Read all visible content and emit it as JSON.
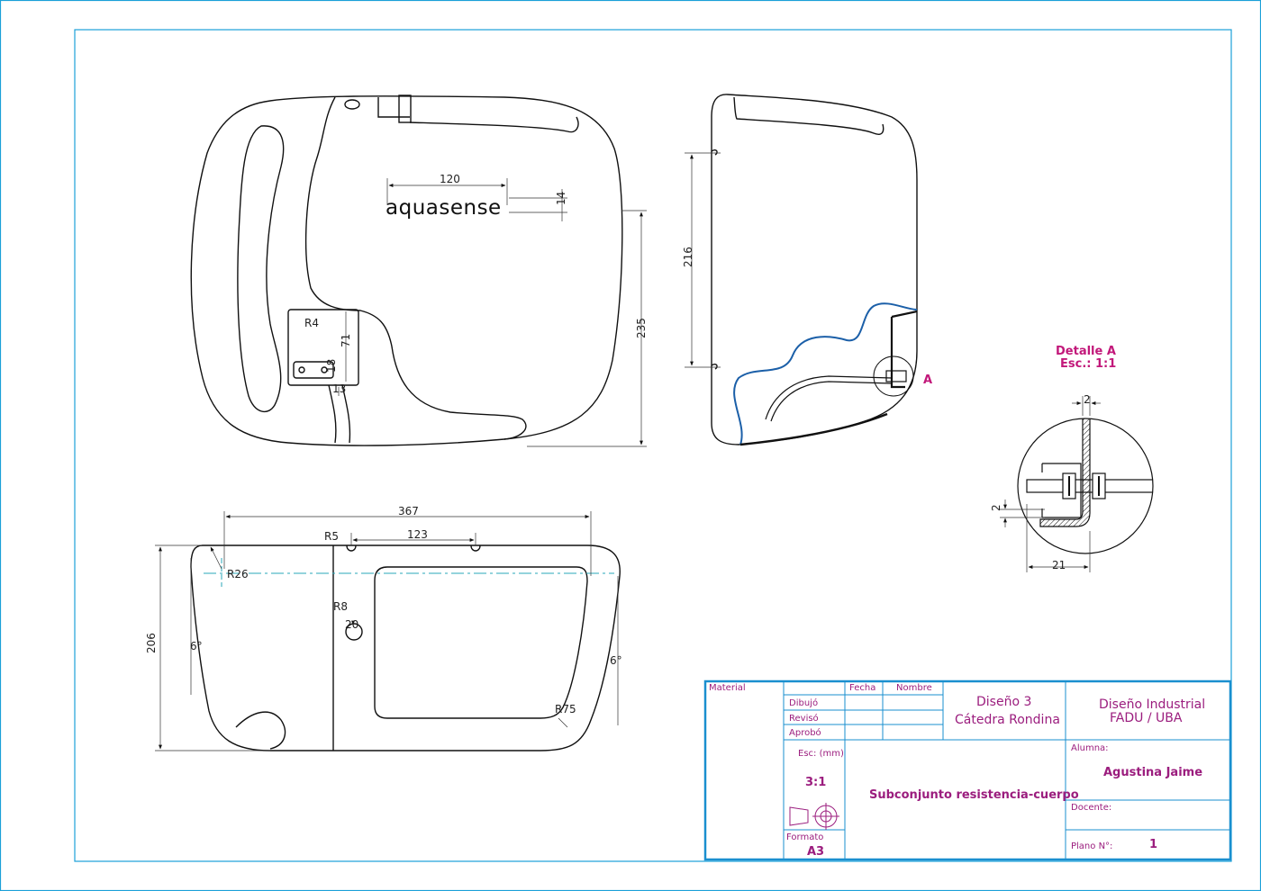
{
  "colors": {
    "frame": "#1ba0d8",
    "titleblock": "#1a8fcf",
    "titletext": "#9b1d7e",
    "line": "#111111",
    "cut_blue": "#1b5fa8",
    "centerline": "#2aa7b8",
    "detail_accent": "#c2187a"
  },
  "front_view": {
    "brand": "aquasense",
    "dim_width_120": "120",
    "dim_height_14": "14",
    "dim_235": "235",
    "dim_r4": "R4",
    "dim_71": "71",
    "dim_18": "18",
    "dim_13": "13"
  },
  "side_view": {
    "dim_216": "216",
    "detail_marker": "A"
  },
  "detail": {
    "title": "Detalle A",
    "scale": "Esc.: 1:1",
    "dim_top": "2",
    "dim_left": "2",
    "dim_bottom": "21"
  },
  "bottom_view": {
    "dim_367": "367",
    "dim_123": "123",
    "dim_r5": "R5",
    "dim_r26": "R26",
    "dim_r8": "R8",
    "dim_20": "20",
    "dim_206": "206",
    "angle_left": "6°",
    "angle_right": "6°",
    "dim_r75": "R75"
  },
  "title_block": {
    "material_label": "Material",
    "fecha_label": "Fecha",
    "nombre_label": "Nombre",
    "dibujo_label": "Dibujó",
    "reviso_label": "Revisó",
    "aprobo_label": "Aprobó",
    "course_line1": "Diseño 3",
    "course_line2": "Cátedra Rondina",
    "school_line1": "Diseño Industrial",
    "school_line2": "FADU / UBA",
    "scale_label": "Esc: (mm)",
    "scale_value": "3:1",
    "subject": "Subconjunto resistencia-cuerpo",
    "alumna_label": "Alumna:",
    "alumna_value": "Agustina Jaime",
    "docente_label": "Docente:",
    "formato_label": "Formato",
    "formato_value": "A3",
    "plano_label": "Plano N°:",
    "plano_value": "1"
  }
}
